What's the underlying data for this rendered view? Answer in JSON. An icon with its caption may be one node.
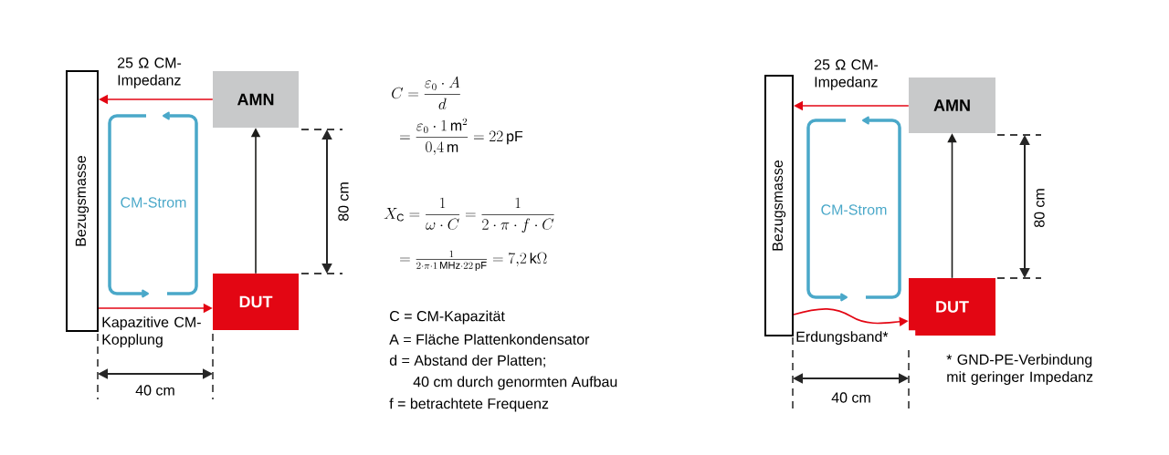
{
  "diagram": {
    "nodes": [
      {
        "text": [
          "Bezugsmasse"
        ]
      },
      {
        "text": [
          "AMN"
        ]
      },
      {
        "text": [
          "DUT"
        ]
      },
      {
        "text": [
          "Bezugsmasse"
        ]
      },
      {
        "text": [
          "AMN"
        ]
      },
      {
        "text": [
          "DUT"
        ]
      }
    ],
    "edges": [
      {
        "from": 1,
        "to": 0,
        "arrow": "to",
        "label": "25 Ω CM-Impedanz",
        "color": "#e30613"
      },
      {
        "from": 0,
        "to": 2,
        "arrow": "to",
        "label": "Kapazitive CM-Kopplung",
        "color": "#e30613"
      },
      {
        "from": 2,
        "to": 1,
        "arrow": "to",
        "color": "#1d1d1b"
      },
      {
        "from": 4,
        "to": 3,
        "arrow": "to",
        "label": "25 Ω CM-Impedanz",
        "color": "#e30613"
      },
      {
        "from": 3,
        "to": 5,
        "arrow": "to",
        "label": "Erdungsband*",
        "color": "#e30613"
      },
      {
        "from": 5,
        "to": 4,
        "arrow": "to",
        "color": "#1d1d1b"
      }
    ],
    "labels": [
      "CM-Strom",
      "80 cm",
      "40 cm",
      "C = \\frac{\\varepsilon_0 \\cdot A}{d}",
      "= \\frac{\\varepsilon_0 \\cdot 1\\,\\mathrm{m}^2}{0{,}4\\,\\mathrm{m}} = 22\\,\\mathrm{pF}",
      "X_\\mathrm{C} = \\frac{1}{\\omega \\cdot C} = \\frac{1}{2 \\cdot \\pi \\cdot f \\cdot C}",
      "= \\frac{1}{2 \\cdot \\pi \\cdot 1\\,\\mathrm{MHz} \\cdot 22\\,\\mathrm{pF}} = 7{,}2\\,\\mathrm{k}\\Omega",
      "C = CM-Kapazität",
      "A = Fläche Plattenkondensator",
      "d = Abstand der Platten;",
      "40 cm durch genormten Aufbau",
      "f = betrachtete Frequenz",
      "CM-Strom",
      "80 cm",
      "40 cm",
      "* GND-PE-Verbindung mit geringer Impedanz"
    ]
  }
}
